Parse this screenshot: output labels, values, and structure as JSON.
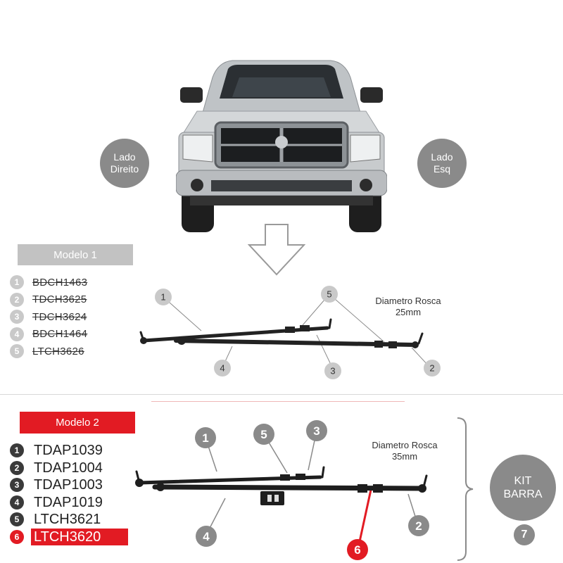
{
  "side_labels": {
    "right": "Lado\nDireito",
    "left": "Lado\nEsq"
  },
  "modelo1": {
    "title": "Modelo 1",
    "parts": [
      {
        "num": "1",
        "code": "BDCH1463"
      },
      {
        "num": "2",
        "code": "TDCH3625"
      },
      {
        "num": "3",
        "code": "TDCH3624"
      },
      {
        "num": "4",
        "code": "BDCH1464"
      },
      {
        "num": "5",
        "code": "LTCH3626"
      }
    ],
    "diameter": "Diametro Rosca\n25mm",
    "callouts": [
      "1",
      "5",
      "2",
      "3",
      "4"
    ]
  },
  "modelo2": {
    "title": "Modelo 2",
    "parts": [
      {
        "num": "1",
        "code": "TDAP1039"
      },
      {
        "num": "2",
        "code": "TDAP1004"
      },
      {
        "num": "3",
        "code": "TDAP1003"
      },
      {
        "num": "4",
        "code": "TDAP1019"
      },
      {
        "num": "5",
        "code": "LTCH3621"
      },
      {
        "num": "6",
        "code": "LTCH3620",
        "highlight": true
      }
    ],
    "diameter": "Diametro Rosca\n35mm",
    "callouts": [
      "1",
      "5",
      "3",
      "2",
      "4",
      "6"
    ],
    "kit_label": "KIT\nBARRA",
    "kit_number": "7"
  },
  "colors": {
    "accent": "#e21b23",
    "grey": "#8a8a8a",
    "light_grey": "#c9c9c9"
  }
}
